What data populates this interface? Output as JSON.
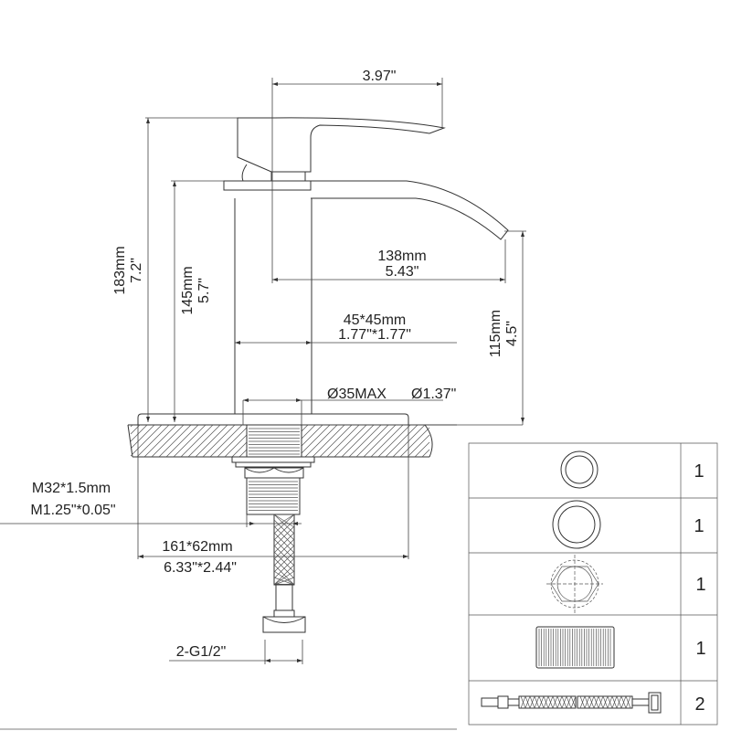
{
  "title": "Faucet dimension drawing",
  "dimensions": {
    "handle_reach": "3.97\"",
    "total_height_mm": "183mm",
    "total_height_in": "7.2\"",
    "spout_height_mm": "145mm",
    "spout_height_in": "5.7\"",
    "spout_reach_mm": "138mm",
    "spout_reach_in": "5.43\"",
    "outlet_height_mm": "115mm",
    "outlet_height_in": "4.5\"",
    "body_size_mm": "45*45mm",
    "body_size_in": "1.77\"*1.77\"",
    "hole_mm": "Ø35MAX",
    "hole_in": "Ø1.37\"",
    "thread_mm": "M32*1.5mm",
    "thread_in": "M1.25\"*0.05\"",
    "base_mm": "161*62mm",
    "base_in": "6.33\"*2.44\"",
    "hose_connector": "2-G1/2\""
  },
  "parts_table": [
    {
      "part": "washer-thin",
      "qty": "1"
    },
    {
      "part": "washer-thick",
      "qty": "1"
    },
    {
      "part": "hex-nut",
      "qty": "1"
    },
    {
      "part": "threaded-rod",
      "qty": "1"
    },
    {
      "part": "supply-hose",
      "qty": "2"
    }
  ],
  "colors": {
    "line": "#333333",
    "background": "#ffffff"
  }
}
